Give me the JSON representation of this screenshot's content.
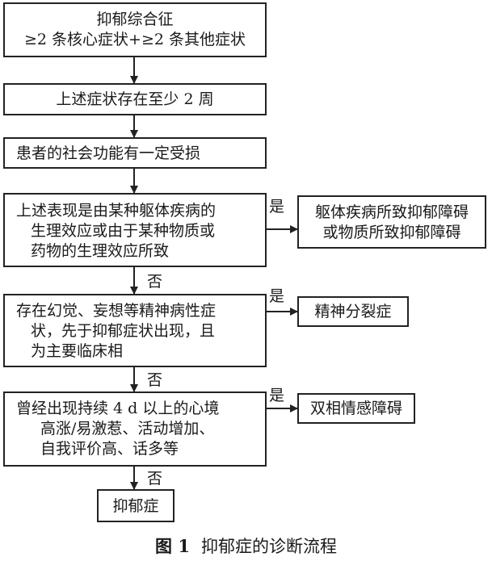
{
  "flowchart": {
    "syndrome": {
      "line1": "抑郁综合征",
      "line2": "≥2 条核心症状+≥2 条其他症状"
    },
    "duration": "上述症状存在至少 2 周",
    "social": "患者的社会功能有一定受损",
    "physical": {
      "line1": "上述表现是由某种躯体疾病的",
      "line2": "生理效应或由于某种物质或",
      "line3": "药物的生理效应所致"
    },
    "physical_result": {
      "line1": "躯体疾病所致抑郁障碍",
      "line2": "或物质所致抑郁障碍"
    },
    "psychotic": {
      "line1": "存在幻觉、妄想等精神病性症",
      "line2": "状，先于抑郁症状出现，且",
      "line3": "为主要临床相"
    },
    "psychotic_result": "精神分裂症",
    "manic": {
      "line1": "曾经出现持续 4 d 以上的心境",
      "line2": "高涨/易激惹、活动增加、",
      "line3": "自我评价高、话多等"
    },
    "manic_result": "双相情感障碍",
    "final": "抑郁症",
    "yes_label": "是",
    "no_label": "否"
  },
  "caption": {
    "number": "图 1",
    "text": "抑郁症的诊断流程"
  }
}
